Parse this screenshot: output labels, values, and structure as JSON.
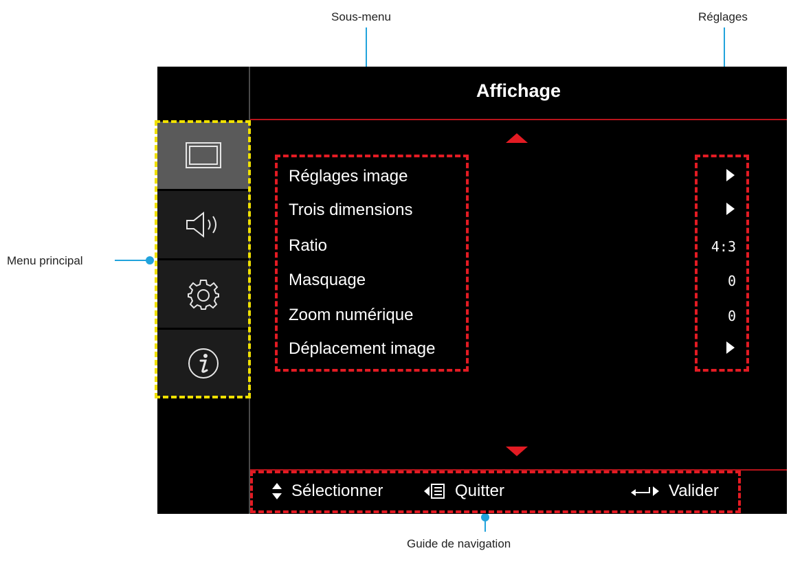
{
  "callouts": {
    "submenu": "Sous-menu",
    "settings": "Réglages",
    "main_menu": "Menu principal",
    "nav_guide": "Guide de navigation"
  },
  "osd": {
    "title": "Affichage",
    "sidebar": [
      {
        "icon": "display-icon",
        "active": true
      },
      {
        "icon": "speaker-icon",
        "active": false
      },
      {
        "icon": "gear-icon",
        "active": false
      },
      {
        "icon": "info-icon",
        "active": false
      }
    ],
    "menu_items": [
      {
        "label": "Réglages image",
        "value": "",
        "has_arrow": true
      },
      {
        "label": "Trois dimensions",
        "value": "",
        "has_arrow": true
      },
      {
        "label": "Ratio",
        "value": "4:3",
        "has_arrow": false
      },
      {
        "label": "Masquage",
        "value": "0",
        "has_arrow": false
      },
      {
        "label": "Zoom numérique",
        "value": "0",
        "has_arrow": false
      },
      {
        "label": "Déplacement image",
        "value": "",
        "has_arrow": true
      }
    ],
    "nav": {
      "select": "Sélectionner",
      "exit": "Quitter",
      "enter": "Valider"
    }
  },
  "colors": {
    "accent_red": "#e31b23",
    "callout_blue": "#21a3dc",
    "highlight_yellow": "#f0e000"
  }
}
